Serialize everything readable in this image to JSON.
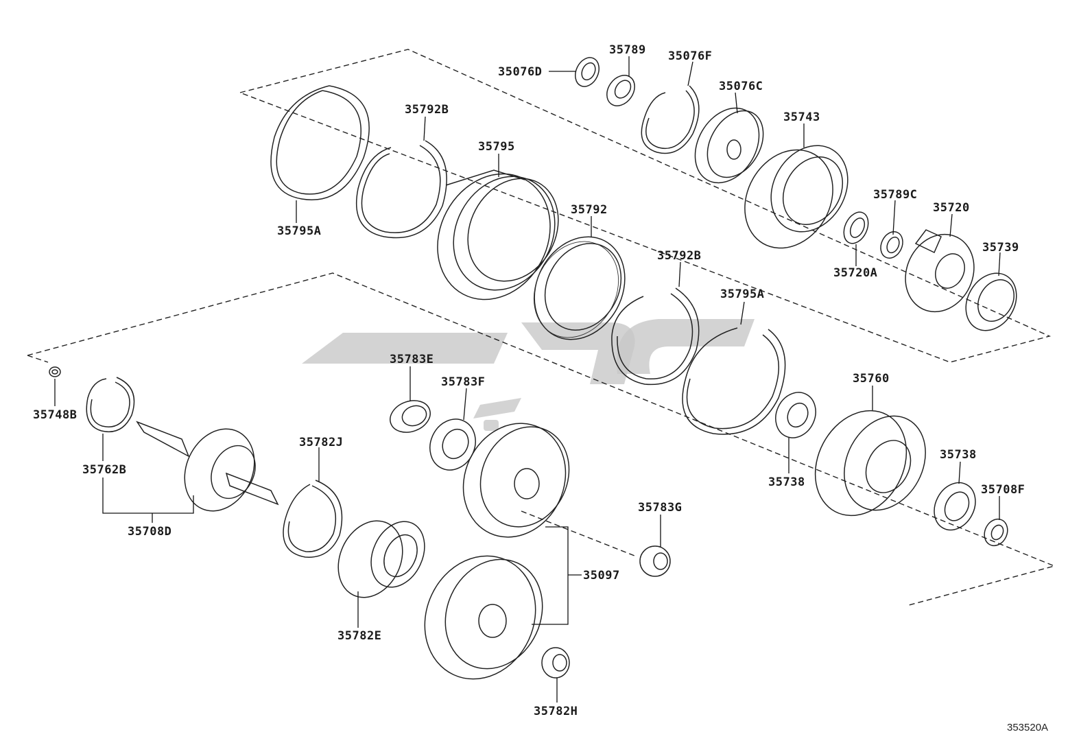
{
  "labels": {
    "p35076D": "35076D",
    "p35789": "35789",
    "p35076F": "35076F",
    "p35076C": "35076C",
    "p35743": "35743",
    "p35789C": "35789C",
    "p35720": "35720",
    "p35720A": "35720A",
    "p35739": "35739",
    "p35792B_top": "35792B",
    "p35795": "35795",
    "p35795A_top": "35795A",
    "p35792": "35792",
    "p35792B_mid": "35792B",
    "p35795A_mid": "35795A",
    "p35748B": "35748B",
    "p35762B": "35762B",
    "p35708D": "35708D",
    "p35783E": "35783E",
    "p35783F": "35783F",
    "p35782J": "35782J",
    "p35782E": "35782E",
    "p35097": "35097",
    "p35783G": "35783G",
    "p35782H": "35782H",
    "p35760": "35760",
    "p35738_mid": "35738",
    "p35738_right": "35738",
    "p35708F": "35708F"
  },
  "diagram_code": "353520A",
  "colors": {
    "line": "#222222",
    "watermark": "#c8c8c8",
    "background": "#ffffff"
  }
}
